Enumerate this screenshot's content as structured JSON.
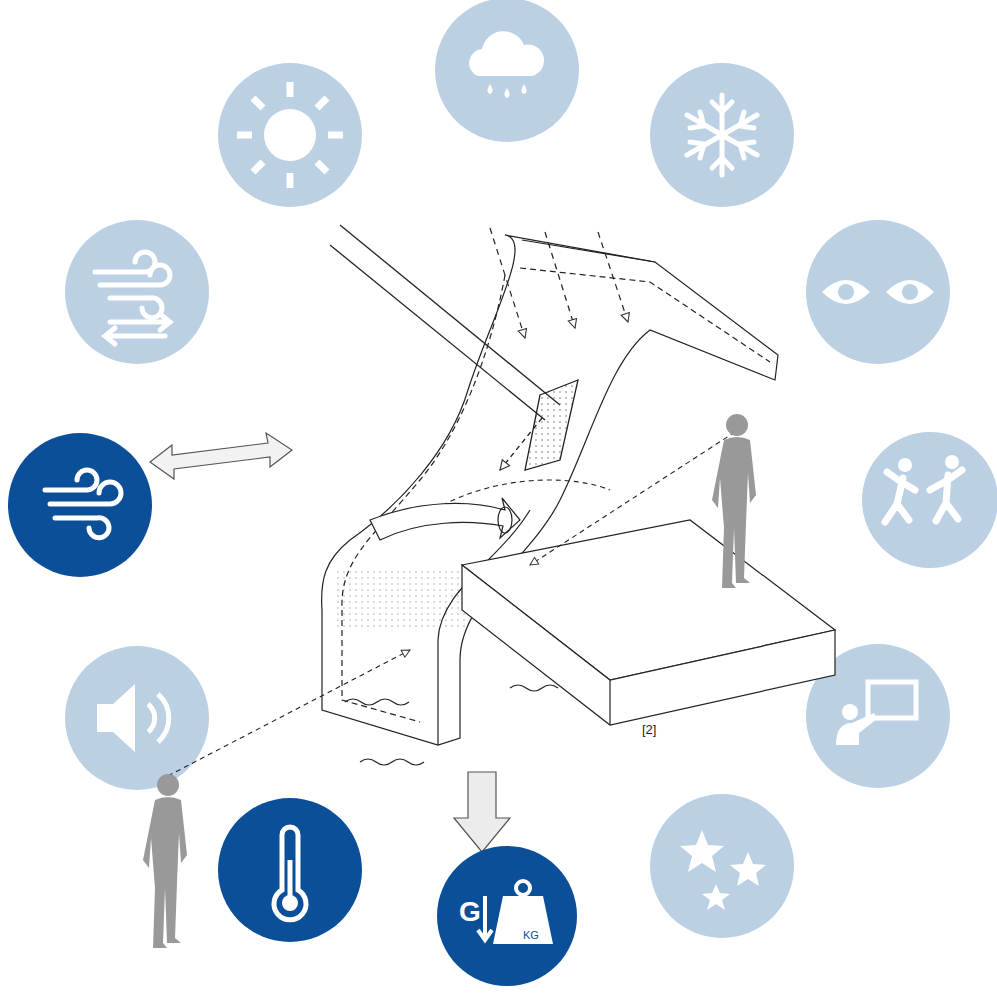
{
  "diagram": {
    "nodes": [
      {
        "text": [
          "G",
          "KG"
        ]
      }
    ],
    "labels": [
      "[2]"
    ]
  }
}
